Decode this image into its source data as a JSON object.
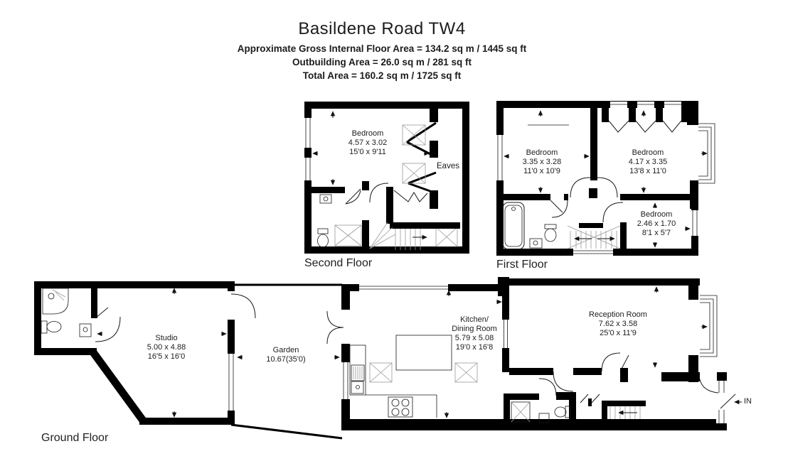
{
  "header": {
    "title": "Basildene Road TW4",
    "lines": [
      "Approximate Gross Internal Floor Area = 134.2 sq m / 1445 sq ft",
      "Outbuilding Area = 26.0 sq m / 281 sq ft",
      "Total Area = 160.2 sq m / 1725 sq ft"
    ]
  },
  "floors": {
    "second": {
      "label": "Second Floor",
      "bedroom": {
        "name": "Bedroom",
        "metric": "4.57 x 3.02",
        "imperial": "15'0 x 9'11"
      },
      "eaves": "Eaves"
    },
    "first": {
      "label": "First Floor",
      "bedroom_left": {
        "name": "Bedroom",
        "metric": "3.35 x 3.28",
        "imperial": "11'0 x 10'9"
      },
      "bedroom_right": {
        "name": "Bedroom",
        "metric": "4.17 x 3.35",
        "imperial": "13'8 x 11'0"
      },
      "bedroom_small": {
        "name": "Bedroom",
        "metric": "2.46 x 1.70",
        "imperial": "8'1 x 5'7"
      }
    },
    "ground": {
      "label": "Ground Floor",
      "studio": {
        "name": "Studio",
        "metric": "5.00 x 4.88",
        "imperial": "16'5 x 16'0"
      },
      "garden": {
        "name": "Garden",
        "metric": "10.67(35'0)"
      },
      "kitchen_dining": {
        "name": "Kitchen/",
        "name2": "Dining Room",
        "metric": "5.79 x 5.08",
        "imperial": "19'0 x 16'8"
      },
      "reception": {
        "name": "Reception Room",
        "metric": "7.62 x 3.58",
        "imperial": "25'0 x 11'9"
      },
      "entrance": "IN"
    }
  },
  "colors": {
    "wall": "#000000",
    "background": "#ffffff",
    "text": "#1c1c1c",
    "detail": "#9a9a9a"
  }
}
